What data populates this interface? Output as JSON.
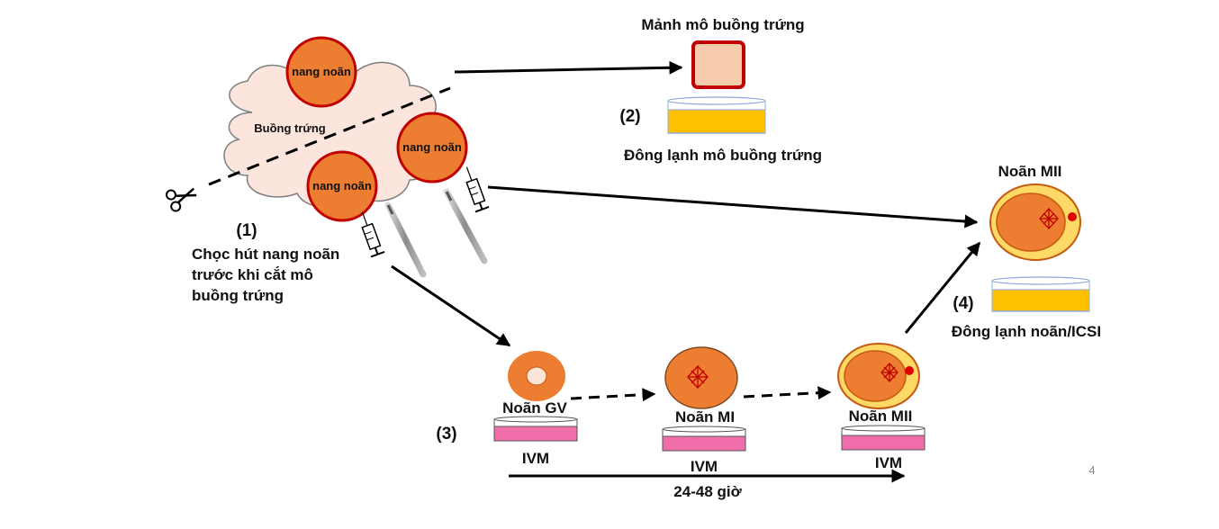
{
  "labels": {
    "ovary_fragment_title": "Mảnh mô buồng trứng",
    "step2_num": "(2)",
    "step2_text": "Đông lạnh mô buồng trứng",
    "follicle_top": "nang noãn",
    "follicle_right": "nang noãn",
    "follicle_bottom": "nang noãn",
    "ovary": "Buồng trứng",
    "step1_num": "(1)",
    "step1_line1": "Chọc hút nang noãn",
    "step1_line2": "trước khi cắt mô",
    "step1_line3": "buồng trứng",
    "oocyte_mii_top": "Noãn MII",
    "step4_num": "(4)",
    "step4_text": "Đông lạnh noãn/ICSI",
    "step3_num": "(3)",
    "oocyte_gv": "Noãn GV",
    "oocyte_mi": "Noãn MI",
    "oocyte_mii_bottom": "Noãn MII",
    "ivm_1": "IVM",
    "ivm_2": "IVM",
    "ivm_3": "IVM",
    "duration": "24-48 giờ",
    "page_number": "4"
  },
  "colors": {
    "follicle_fill": "#ED7D31",
    "follicle_stroke": "#C00000",
    "ovary_fill": "#FBE5DC",
    "ovary_stroke": "#7F7F7F",
    "tissue_fill": "#F8CBAD",
    "cryo_liquid": "#FFC000",
    "ivm_liquid": "#F06EAA",
    "zona": "#FFD966",
    "spindle": "#C00000",
    "arrow": "#000000"
  },
  "icons": [
    "scissors-icon",
    "syringe-icon",
    "scalpel-icon",
    "petri-dish-icon",
    "spindle-icon"
  ]
}
